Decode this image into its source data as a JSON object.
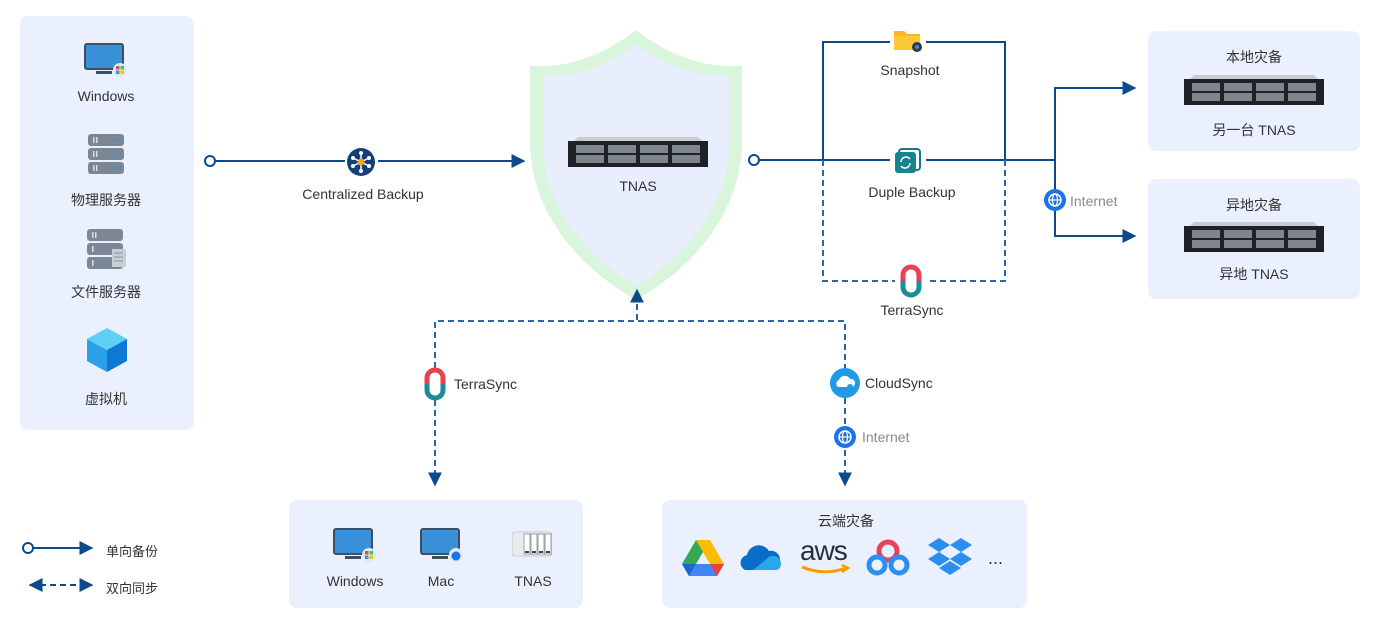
{
  "sources_panel": {
    "items": [
      {
        "label": "Windows",
        "icon": "windows-pc-icon"
      },
      {
        "label": "物理服务器",
        "icon": "physical-server-icon"
      },
      {
        "label": "文件服务器",
        "icon": "file-server-icon"
      },
      {
        "label": "虚拟机",
        "icon": "virtual-machine-icon"
      }
    ]
  },
  "centralized_backup": {
    "label": "Centralized Backup",
    "icon": "centralized-backup-icon"
  },
  "core": {
    "label": "TNAS",
    "icon": "rack-nas-icon",
    "shield_icon": "shield-icon"
  },
  "branches": {
    "snapshot": {
      "label": "Snapshot",
      "icon": "snapshot-folder-icon"
    },
    "duple_backup": {
      "label": "Duple Backup",
      "icon": "duple-backup-icon"
    },
    "terrasync": {
      "label": "TerraSync",
      "icon": "terrasync-icon"
    },
    "internet": {
      "label": "Internet",
      "icon": "globe-icon"
    }
  },
  "destinations": {
    "local": {
      "title": "本地灾备",
      "device": "另一台 TNAS"
    },
    "remote": {
      "title": "异地灾备",
      "device": "异地 TNAS"
    }
  },
  "sync_left": {
    "label": "TerraSync",
    "icon": "terrasync-icon"
  },
  "sync_right": {
    "label": "CloudSync",
    "icon": "cloudsync-icon",
    "internet_label": "Internet"
  },
  "clients_panel": {
    "items": [
      {
        "label": "Windows",
        "icon": "windows-pc-icon"
      },
      {
        "label": "Mac",
        "icon": "mac-pc-icon"
      },
      {
        "label": "TNAS",
        "icon": "desktop-nas-icon"
      }
    ]
  },
  "cloud_panel": {
    "title": "云端灾备",
    "providers": [
      "Google Drive",
      "OneDrive",
      "aws",
      "Baidu Netdisk",
      "Dropbox"
    ],
    "aws_text": "aws",
    "more": "..."
  },
  "legend": {
    "one_way": "单向备份",
    "two_way": "双向同步"
  },
  "colors": {
    "line": "#0d4a8c",
    "dashed_line": "#2f64a7",
    "panel_bg": "#eaf0fd",
    "shield_outer": "#d9f5dc",
    "shield_inner": "#e8eefc",
    "internet_blue": "#1a73e8"
  }
}
